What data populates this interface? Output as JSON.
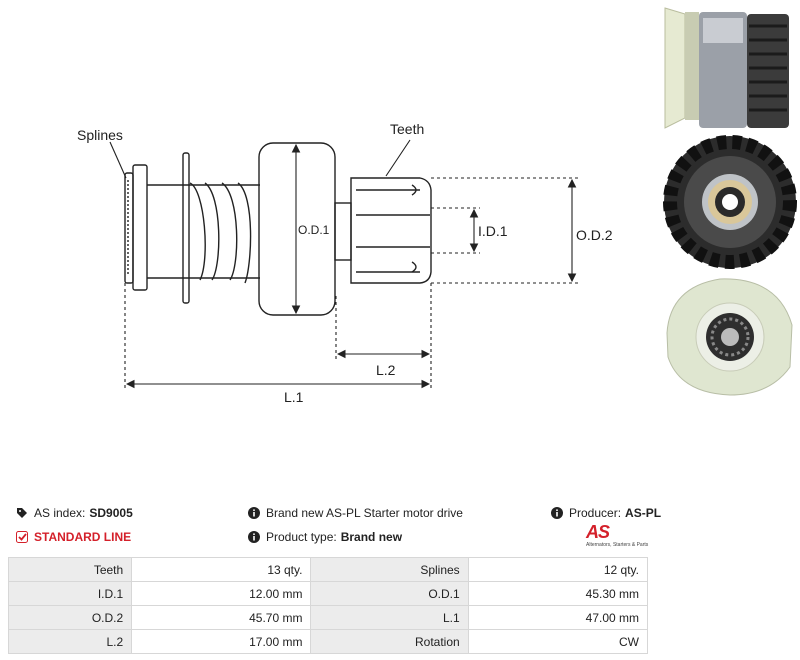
{
  "diagram": {
    "labels": {
      "splines": "Splines",
      "teeth": "Teeth",
      "od1": "O.D.1",
      "id1": "I.D.1",
      "od2": "O.D.2",
      "l2": "L.2",
      "l1": "L.1"
    }
  },
  "info": {
    "as_index_label": "AS index:",
    "as_index_value": "SD9005",
    "line": "STANDARD LINE",
    "description": "Brand new AS-PL Starter motor drive",
    "product_type_label": "Product type:",
    "product_type_value": "Brand new",
    "producer_label": "Producer:",
    "producer_value": "AS-PL"
  },
  "logo": {
    "mark": "AS",
    "tagline": "Alternators, Starters & Parts"
  },
  "specs": [
    {
      "k1": "Teeth",
      "v1": "13 qty.",
      "k2": "Splines",
      "v2": "12 qty."
    },
    {
      "k1": "I.D.1",
      "v1": "12.00 mm",
      "k2": "O.D.1",
      "v2": "45.30 mm"
    },
    {
      "k1": "O.D.2",
      "v1": "45.70 mm",
      "k2": "L.1",
      "v2": "47.00 mm"
    },
    {
      "k1": "L.2",
      "v1": "17.00 mm",
      "k2": "Rotation",
      "v2": "CW"
    }
  ],
  "colors": {
    "accent_red": "#d4202a",
    "table_key_bg": "#ececec",
    "table_border": "#d7d7d7"
  }
}
